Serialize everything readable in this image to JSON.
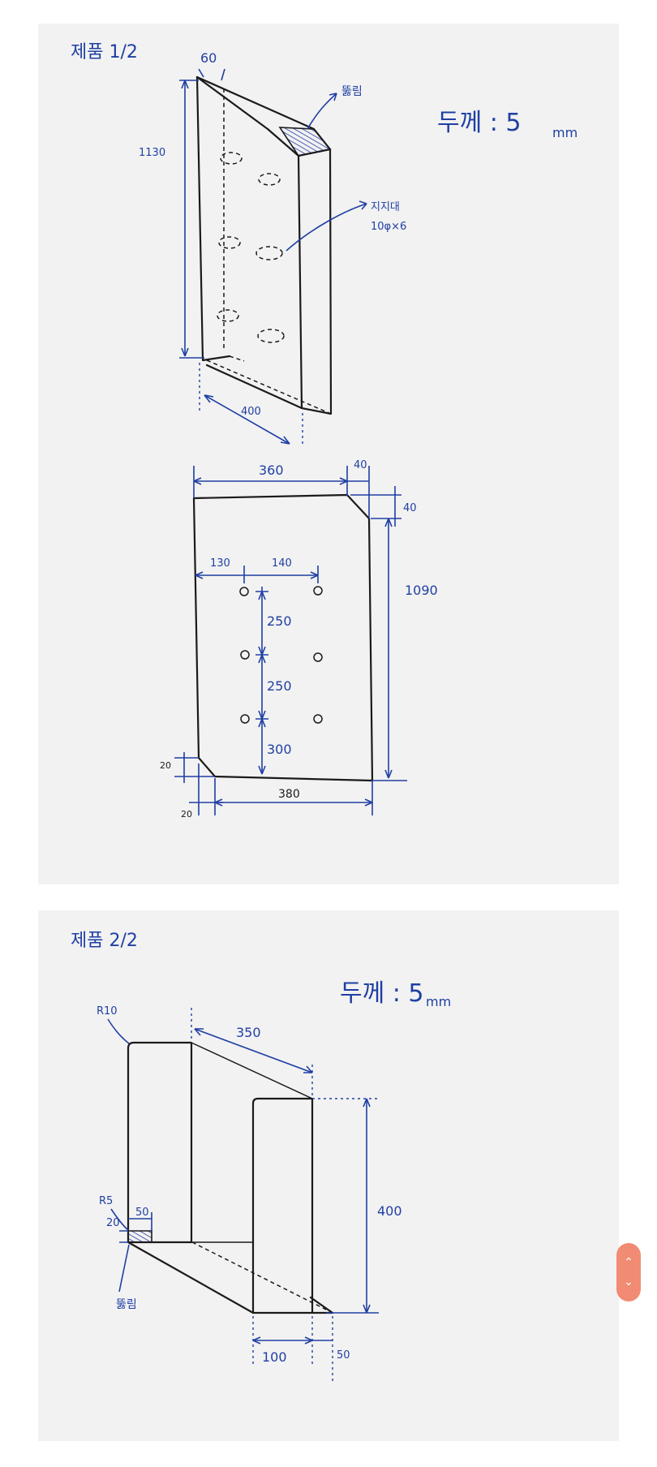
{
  "sheet1": {
    "title": "제품 1/2",
    "thickness_label": "두께 : 5",
    "thickness_unit": "mm",
    "iso": {
      "dim_top": "60",
      "dim_height": "1130",
      "dim_depth": "400",
      "note_cut": "뚫림",
      "note_hole_1": "지지대",
      "note_hole_2": "10φ×6"
    },
    "front": {
      "dim_width_top": "360",
      "dim_chamfer_w": "40",
      "dim_chamfer_h": "40",
      "dim_height": "1090",
      "dim_hole_left": "130",
      "dim_hole_spacing_x": "140",
      "dim_hole_spacing_y1": "250",
      "dim_hole_spacing_y2": "250",
      "dim_hole_bottom": "300",
      "dim_corner_h": "20",
      "dim_corner_w": "20",
      "dim_width_bottom": "380"
    }
  },
  "sheet2": {
    "title": "제품 2/2",
    "thickness_label": "두께 : 5",
    "thickness_unit": "mm",
    "radius_top": "R10",
    "radius_small": "R5",
    "dim_depth": "350",
    "dim_height": "400",
    "dim_slot_w": "50",
    "dim_slot_h": "20",
    "note_cut": "뚫림",
    "dim_base_w": "100",
    "dim_offset": "50"
  },
  "scroll": {
    "up_icon": "chevron-up-icon",
    "down_icon": "chevron-down-icon",
    "color": "#f28b74"
  },
  "colors": {
    "ink_blue": "#1f3fa3",
    "ink_black": "#1b1b1b",
    "paper": "#f2f2f2"
  }
}
